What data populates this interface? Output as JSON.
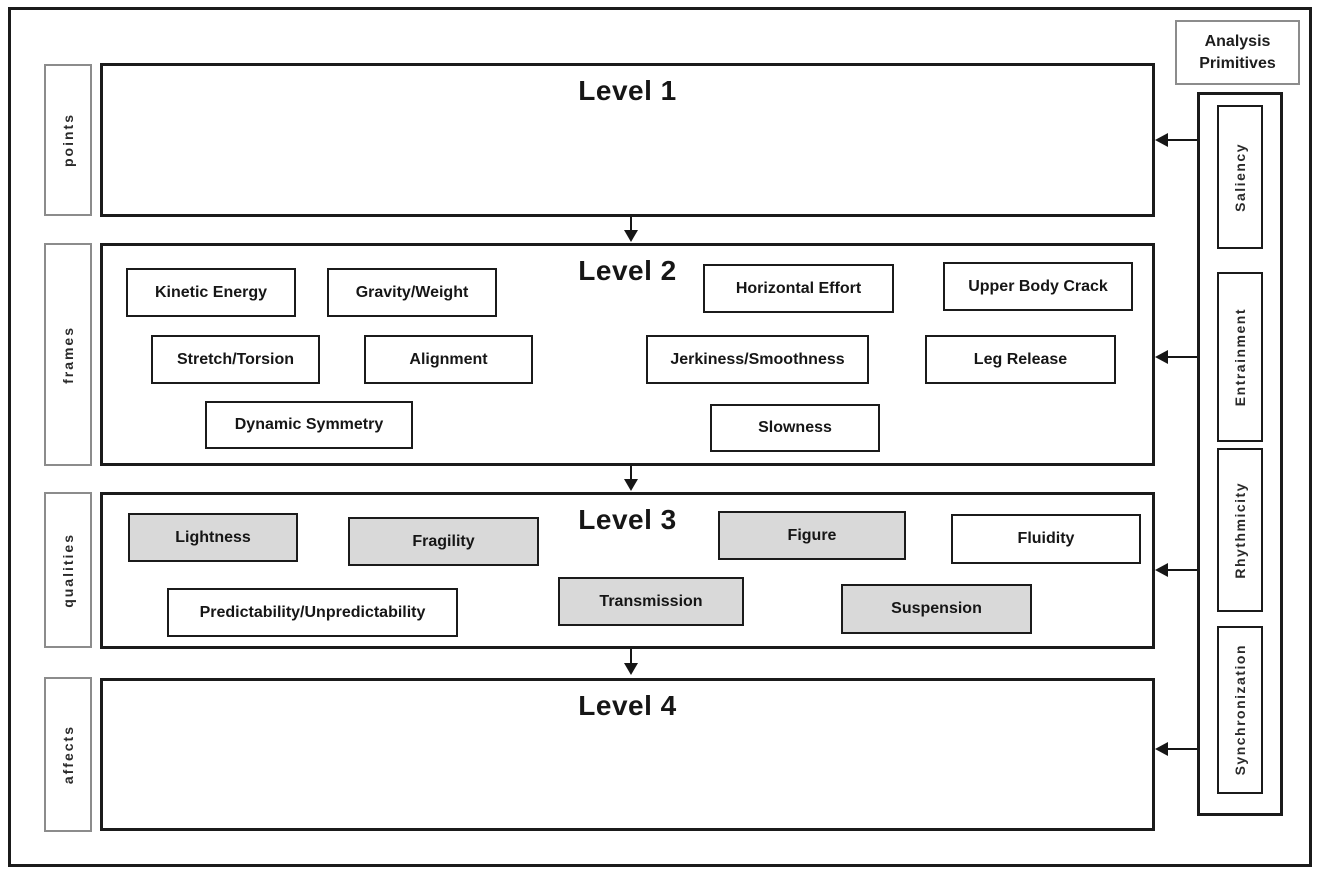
{
  "levels": [
    {
      "title": "Level 1",
      "side_label": "points",
      "items": []
    },
    {
      "title": "Level 2",
      "side_label": "frames",
      "items": [
        {
          "label": "Kinetic Energy",
          "shaded": false
        },
        {
          "label": "Gravity/Weight",
          "shaded": false
        },
        {
          "label": "Horizontal Effort",
          "shaded": false
        },
        {
          "label": "Upper Body Crack",
          "shaded": false
        },
        {
          "label": "Stretch/Torsion",
          "shaded": false
        },
        {
          "label": "Alignment",
          "shaded": false
        },
        {
          "label": "Jerkiness/Smoothness",
          "shaded": false
        },
        {
          "label": "Leg Release",
          "shaded": false
        },
        {
          "label": "Dynamic Symmetry",
          "shaded": false
        },
        {
          "label": "Slowness",
          "shaded": false
        }
      ]
    },
    {
      "title": "Level 3",
      "side_label": "qualities",
      "items": [
        {
          "label": "Lightness",
          "shaded": true
        },
        {
          "label": "Fragility",
          "shaded": true
        },
        {
          "label": "Figure",
          "shaded": true
        },
        {
          "label": "Fluidity",
          "shaded": false
        },
        {
          "label": "Predictability/Unpredictability",
          "shaded": false
        },
        {
          "label": "Transmission",
          "shaded": true
        },
        {
          "label": "Suspension",
          "shaded": true
        }
      ]
    },
    {
      "title": "Level 4",
      "side_label": "affects",
      "items": []
    }
  ],
  "analysis_primitives": {
    "header": "Analysis Primitives",
    "items": [
      "Saliency",
      "Entrainment",
      "Rhythmicity",
      "Synchronization"
    ]
  },
  "colors": {
    "line": "#1b1b1b",
    "muted_border": "#8c8c8c",
    "shaded_fill": "#d9d9d9"
  }
}
